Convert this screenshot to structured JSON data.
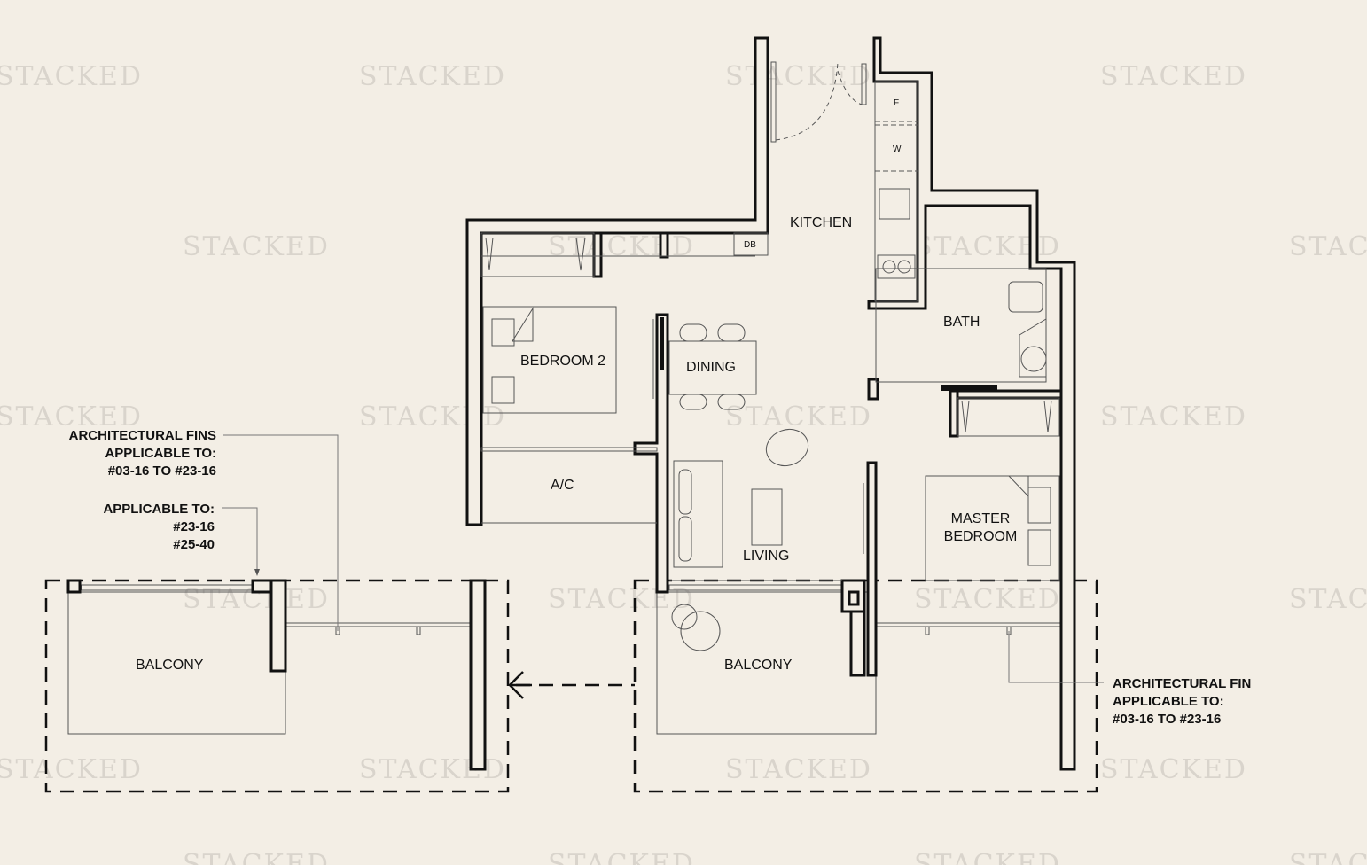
{
  "watermark": "STACKED",
  "rooms": {
    "kitchen": "KITCHEN",
    "bath": "BATH",
    "bedroom2": "BEDROOM 2",
    "dining": "DINING",
    "ac": "A/C",
    "living": "LIVING",
    "master_line1": "MASTER",
    "master_line2": "BEDROOM",
    "balcony_left": "BALCONY",
    "balcony_right": "BALCONY",
    "db": "DB",
    "fridge": "F",
    "washer": "W"
  },
  "notes": {
    "fins_left": [
      "ARCHITECTURAL FINS",
      "APPLICABLE TO:",
      "#03-16 TO #23-16"
    ],
    "applicable": [
      "APPLICABLE TO:",
      "#23-16",
      "#25-40"
    ],
    "fin_right": [
      "ARCHITECTURAL FIN",
      "APPLICABLE TO:",
      "#03-16 TO #23-16"
    ]
  }
}
